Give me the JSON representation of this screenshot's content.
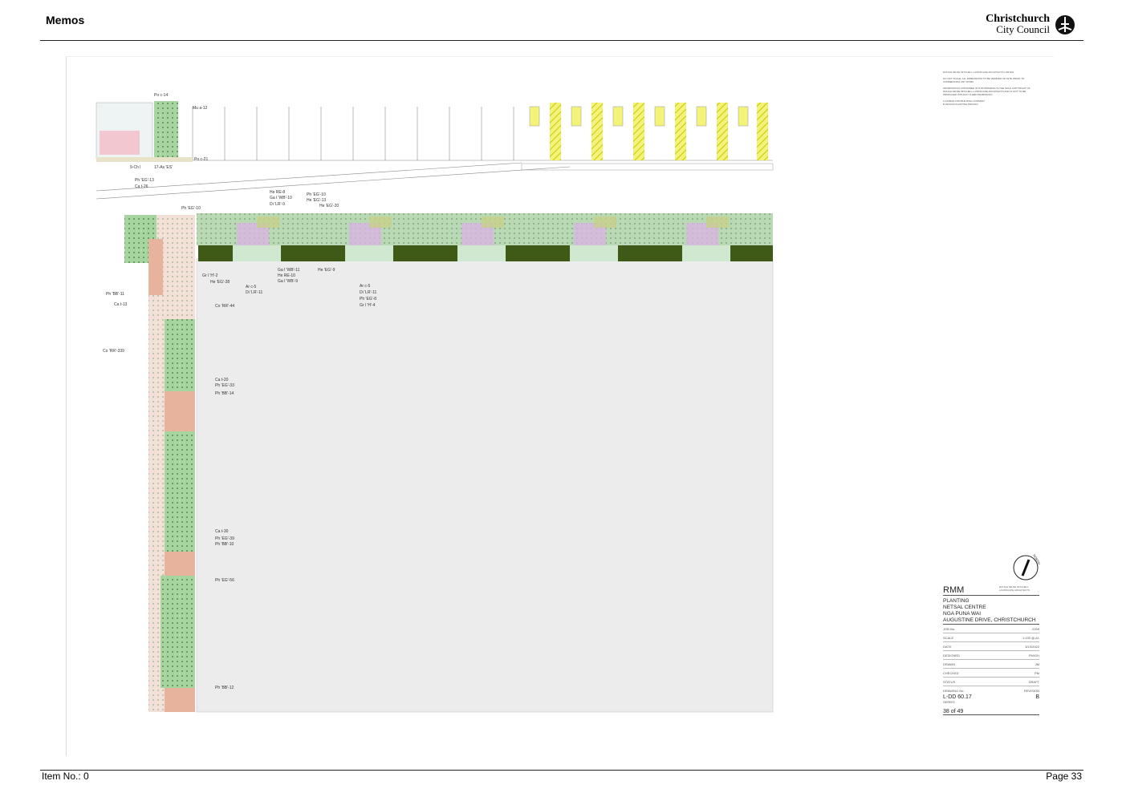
{
  "header": {
    "title": "Memos"
  },
  "logo": {
    "line1": "Christchurch",
    "line2": "City Council"
  },
  "footer": {
    "item": "Item No.: 0",
    "page": "Page 33"
  },
  "plan": {
    "left_labels": [
      "Po c-14",
      "Mu a-12",
      "Po c-21",
      "9-Ch l",
      "17-As 'ES'",
      "Ph 'EG'-13",
      "Ca t-26",
      "Ph 'EG'-10",
      "Ph 'BB'-11",
      "Ca t-13",
      "Co 'RR'-339",
      "Gr l 'H'-2",
      "He 'EG'-28",
      "Ar c-5",
      "Di 'LR'-11",
      "Co 'RR'-44",
      "Ca t-20",
      "Ph 'EG'-33",
      "Ph 'BB'-14",
      "Ca t-30",
      "Ph 'EG'-39",
      "Ph 'BB'-10",
      "Ph 'EG'-56",
      "Ph 'BB'-12"
    ],
    "top_labels": [
      "He RE-8",
      "Ga l 'WB'-10",
      "Di 'LR'-9",
      "Ph 'EG'-10",
      "He 'EG'-13",
      "He 'EG'-20"
    ],
    "bottom_labels": [
      "Ga l 'WB'-11",
      "He RE-10",
      "Ga l 'WB'-9",
      "He 'EG'-9",
      "Ar c-5",
      "Di 'LR'-11",
      "Ph 'EG'-8",
      "Gr l 'H'-4"
    ]
  },
  "titleblock": {
    "firm": "ROUGH MILNE MITCHELL LANDSCAPE ARCHITECTS LIMITED",
    "notes1": "DO NOT SCALE. ALL DIMENSIONS TO BE VERIFIED ON SITE PRIOR TO COMMENCING ANY WORK",
    "notes2": "INFORMATION CONTAINED IN THIS DRAWING IS THE SOLE COPYRIGHT OF ROUGH MILNE MITCHELL LANDSCAPE ARCHITECTS AND IS NOT TO BE PRODUCED WITHOUT THEIR PERMISSION",
    "rev_a": "A   12/09/22   FOR BUILDING CONSENT",
    "rev_b": "B   20/10/22   PLANTING PRICING",
    "rmm": "RMM",
    "rmm_sub": "ROUGH MILNE MITCHELL LANDSCAPE ARCHITECTS",
    "title1": "PLANTING",
    "title2": "NETSAL CENTRE",
    "title3": "NGA PUNA WAI",
    "title4": "AUGUSTINE DRIVE, CHRISTCHURCH",
    "rows": [
      {
        "k": "JOB No.",
        "v": "2299"
      },
      {
        "k": "SCALE",
        "v": "1:100 @ A1"
      },
      {
        "k": "DATE",
        "v": "3/10/2022"
      },
      {
        "k": "DESIGNED",
        "v": "PM/GH"
      },
      {
        "k": "DRAWN",
        "v": "JM"
      },
      {
        "k": "CHECKED",
        "v": "PM"
      },
      {
        "k": "STATUS",
        "v": "DRAFT"
      }
    ],
    "drawing_no_label": "DRAWING No.",
    "revision_label": "REVISION",
    "drawing_no": "L-DD 60.17",
    "revision": "B",
    "series_label": "SERIES",
    "page": "38 of 49",
    "north": "NORTH"
  }
}
